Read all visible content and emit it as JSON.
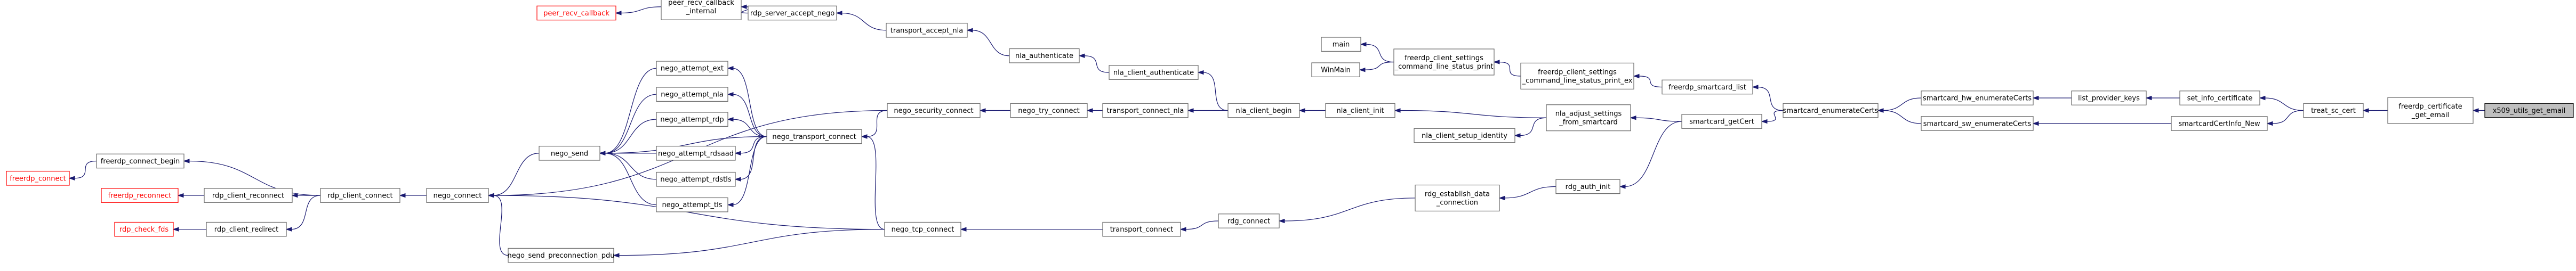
{
  "graph": {
    "style": {
      "edge_color": "#191970",
      "node_border": "#666666",
      "missing_node_border": "#ff0000",
      "root_fill": "#bfbfbf"
    },
    "nodes": [
      {
        "id": "peer_recv_callback",
        "lines": [
          "peer_recv_callback"
        ],
        "red": true
      },
      {
        "id": "peer_recv_callback_internal",
        "lines": [
          "peer_recv_callback",
          "_internal"
        ]
      },
      {
        "id": "rdp_server_accept_nego",
        "lines": [
          "rdp_server_accept_nego"
        ]
      },
      {
        "id": "transport_accept_nla",
        "lines": [
          "transport_accept_nla"
        ]
      },
      {
        "id": "nla_authenticate",
        "lines": [
          "nla_authenticate"
        ]
      },
      {
        "id": "nla_client_authenticate",
        "lines": [
          "nla_client_authenticate"
        ]
      },
      {
        "id": "nego_attempt_ext",
        "lines": [
          "nego_attempt_ext"
        ]
      },
      {
        "id": "nego_attempt_nla",
        "lines": [
          "nego_attempt_nla"
        ]
      },
      {
        "id": "nego_attempt_rdp",
        "lines": [
          "nego_attempt_rdp"
        ]
      },
      {
        "id": "nego_attempt_rdsaad",
        "lines": [
          "nego_attempt_rdsaad"
        ]
      },
      {
        "id": "nego_attempt_rdstls",
        "lines": [
          "nego_attempt_rdstls"
        ]
      },
      {
        "id": "nego_attempt_tls",
        "lines": [
          "nego_attempt_tls"
        ]
      },
      {
        "id": "nego_send",
        "lines": [
          "nego_send"
        ]
      },
      {
        "id": "nego_transport_connect",
        "lines": [
          "nego_transport_connect"
        ]
      },
      {
        "id": "nego_security_connect",
        "lines": [
          "nego_security_connect"
        ]
      },
      {
        "id": "nego_try_connect",
        "lines": [
          "nego_try_connect"
        ]
      },
      {
        "id": "transport_connect_nla",
        "lines": [
          "transport_connect_nla"
        ]
      },
      {
        "id": "nla_client_begin",
        "lines": [
          "nla_client_begin"
        ]
      },
      {
        "id": "nla_client_init",
        "lines": [
          "nla_client_init"
        ]
      },
      {
        "id": "nla_client_setup_identity",
        "lines": [
          "nla_client_setup_identity"
        ]
      },
      {
        "id": "freerdp_connect",
        "lines": [
          "freerdp_connect"
        ],
        "red": true
      },
      {
        "id": "freerdp_connect_begin",
        "lines": [
          "freerdp_connect_begin"
        ]
      },
      {
        "id": "freerdp_reconnect",
        "lines": [
          "freerdp_reconnect"
        ],
        "red": true
      },
      {
        "id": "rdp_check_fds",
        "lines": [
          "rdp_check_fds"
        ],
        "red": true
      },
      {
        "id": "rdp_client_reconnect",
        "lines": [
          "rdp_client_reconnect"
        ]
      },
      {
        "id": "rdp_client_redirect",
        "lines": [
          "rdp_client_redirect"
        ]
      },
      {
        "id": "rdp_client_connect",
        "lines": [
          "rdp_client_connect"
        ]
      },
      {
        "id": "nego_connect",
        "lines": [
          "nego_connect"
        ]
      },
      {
        "id": "nego_tcp_connect",
        "lines": [
          "nego_tcp_connect"
        ]
      },
      {
        "id": "nego_send_preconnection_pdu",
        "lines": [
          "nego_send_preconnection_pdu"
        ]
      },
      {
        "id": "transport_connect",
        "lines": [
          "transport_connect"
        ]
      },
      {
        "id": "rdg_connect",
        "lines": [
          "rdg_connect"
        ]
      },
      {
        "id": "rdg_establish_data_connection",
        "lines": [
          "rdg_establish_data",
          "_connection"
        ]
      },
      {
        "id": "rdg_auth_init",
        "lines": [
          "rdg_auth_init"
        ]
      },
      {
        "id": "main",
        "lines": [
          "main"
        ]
      },
      {
        "id": "WinMain",
        "lines": [
          "WinMain"
        ]
      },
      {
        "id": "freerdp_client_settings_command_line_status_print",
        "lines": [
          "freerdp_client_settings",
          "_command_line_status_print"
        ]
      },
      {
        "id": "freerdp_client_settings_command_line_status_print_ex",
        "lines": [
          "freerdp_client_settings",
          "_command_line_status_print_ex"
        ]
      },
      {
        "id": "nla_adjust_settings_from_smartcard",
        "lines": [
          "nla_adjust_settings",
          "_from_smartcard"
        ]
      },
      {
        "id": "freerdp_smartcard_list",
        "lines": [
          "freerdp_smartcard_list"
        ]
      },
      {
        "id": "smartcard_getCert",
        "lines": [
          "smartcard_getCert"
        ]
      },
      {
        "id": "smartcard_enumerateCerts",
        "lines": [
          "smartcard_enumerateCerts"
        ]
      },
      {
        "id": "smartcard_hw_enumerateCerts",
        "lines": [
          "smartcard_hw_enumerateCerts"
        ]
      },
      {
        "id": "smartcard_sw_enumerateCerts",
        "lines": [
          "smartcard_sw_enumerateCerts"
        ]
      },
      {
        "id": "list_provider_keys",
        "lines": [
          "list_provider_keys"
        ]
      },
      {
        "id": "set_info_certificate",
        "lines": [
          "set_info_certificate"
        ]
      },
      {
        "id": "smartcardCertInfo_New",
        "lines": [
          "smartcardCertInfo_New"
        ]
      },
      {
        "id": "treat_sc_cert",
        "lines": [
          "treat_sc_cert"
        ]
      },
      {
        "id": "freerdp_certificate_get_email",
        "lines": [
          "freerdp_certificate",
          "_get_email"
        ]
      },
      {
        "id": "x509_utils_get_email",
        "lines": [
          "x509_utils_get_email"
        ],
        "root": true
      }
    ],
    "edges": [
      [
        "peer_recv_callback",
        "peer_recv_callback_internal"
      ],
      [
        "peer_recv_callback_internal",
        "rdp_server_accept_nego"
      ],
      [
        "rdp_server_accept_nego",
        "transport_accept_nla"
      ],
      [
        "transport_accept_nla",
        "nla_authenticate"
      ],
      [
        "nla_authenticate",
        "nla_client_authenticate"
      ],
      [
        "nla_client_authenticate",
        "nla_client_begin"
      ],
      [
        "nego_security_connect",
        "nego_try_connect"
      ],
      [
        "nego_try_connect",
        "transport_connect_nla"
      ],
      [
        "transport_connect_nla",
        "nla_client_begin"
      ],
      [
        "nla_client_begin",
        "nla_client_init"
      ],
      [
        "nla_client_init",
        "nla_adjust_settings_from_smartcard"
      ],
      [
        "nla_client_setup_identity",
        "nla_adjust_settings_from_smartcard"
      ],
      [
        "nego_attempt_ext",
        "nego_transport_connect"
      ],
      [
        "nego_attempt_nla",
        "nego_transport_connect"
      ],
      [
        "nego_attempt_rdp",
        "nego_transport_connect"
      ],
      [
        "nego_attempt_rdsaad",
        "nego_transport_connect"
      ],
      [
        "nego_attempt_rdstls",
        "nego_transport_connect"
      ],
      [
        "nego_attempt_tls",
        "nego_transport_connect"
      ],
      [
        "nego_send",
        "nego_attempt_ext"
      ],
      [
        "nego_send",
        "nego_attempt_nla"
      ],
      [
        "nego_send",
        "nego_attempt_rdp"
      ],
      [
        "nego_send",
        "nego_attempt_rdsaad"
      ],
      [
        "nego_send",
        "nego_attempt_rdstls"
      ],
      [
        "nego_send",
        "nego_attempt_tls"
      ],
      [
        "nego_send",
        "nego_transport_connect"
      ],
      [
        "nego_connect",
        "nego_send"
      ],
      [
        "nego_connect",
        "nego_security_connect"
      ],
      [
        "nego_connect",
        "nego_tcp_connect"
      ],
      [
        "nego_transport_connect",
        "nego_security_connect"
      ],
      [
        "nego_transport_connect",
        "nego_tcp_connect"
      ],
      [
        "freerdp_connect",
        "freerdp_connect_begin"
      ],
      [
        "freerdp_reconnect",
        "rdp_client_reconnect"
      ],
      [
        "rdp_check_fds",
        "rdp_client_redirect"
      ],
      [
        "freerdp_connect_begin",
        "rdp_client_connect"
      ],
      [
        "rdp_client_reconnect",
        "rdp_client_connect"
      ],
      [
        "rdp_client_redirect",
        "rdp_client_connect"
      ],
      [
        "rdp_client_connect",
        "nego_connect"
      ],
      [
        "nego_connect",
        "nego_send_preconnection_pdu"
      ],
      [
        "nego_send_preconnection_pdu",
        "nego_tcp_connect"
      ],
      [
        "nego_tcp_connect",
        "transport_connect"
      ],
      [
        "transport_connect",
        "rdg_connect"
      ],
      [
        "rdg_connect",
        "rdg_establish_data_connection"
      ],
      [
        "rdg_establish_data_connection",
        "rdg_auth_init"
      ],
      [
        "rdg_auth_init",
        "smartcard_getCert"
      ],
      [
        "main",
        "freerdp_client_settings_command_line_status_print"
      ],
      [
        "WinMain",
        "freerdp_client_settings_command_line_status_print"
      ],
      [
        "freerdp_client_settings_command_line_status_print",
        "freerdp_client_settings_command_line_status_print_ex"
      ],
      [
        "freerdp_client_settings_command_line_status_print_ex",
        "freerdp_smartcard_list"
      ],
      [
        "freerdp_smartcard_list",
        "smartcard_enumerateCerts"
      ],
      [
        "nla_adjust_settings_from_smartcard",
        "smartcard_getCert"
      ],
      [
        "smartcard_getCert",
        "smartcard_enumerateCerts"
      ],
      [
        "smartcard_enumerateCerts",
        "smartcard_hw_enumerateCerts"
      ],
      [
        "smartcard_enumerateCerts",
        "smartcard_sw_enumerateCerts"
      ],
      [
        "smartcard_hw_enumerateCerts",
        "list_provider_keys"
      ],
      [
        "list_provider_keys",
        "set_info_certificate"
      ],
      [
        "set_info_certificate",
        "treat_sc_cert"
      ],
      [
        "smartcard_sw_enumerateCerts",
        "smartcardCertInfo_New"
      ],
      [
        "smartcardCertInfo_New",
        "treat_sc_cert"
      ],
      [
        "treat_sc_cert",
        "freerdp_certificate_get_email"
      ],
      [
        "freerdp_certificate_get_email",
        "x509_utils_get_email"
      ]
    ]
  }
}
